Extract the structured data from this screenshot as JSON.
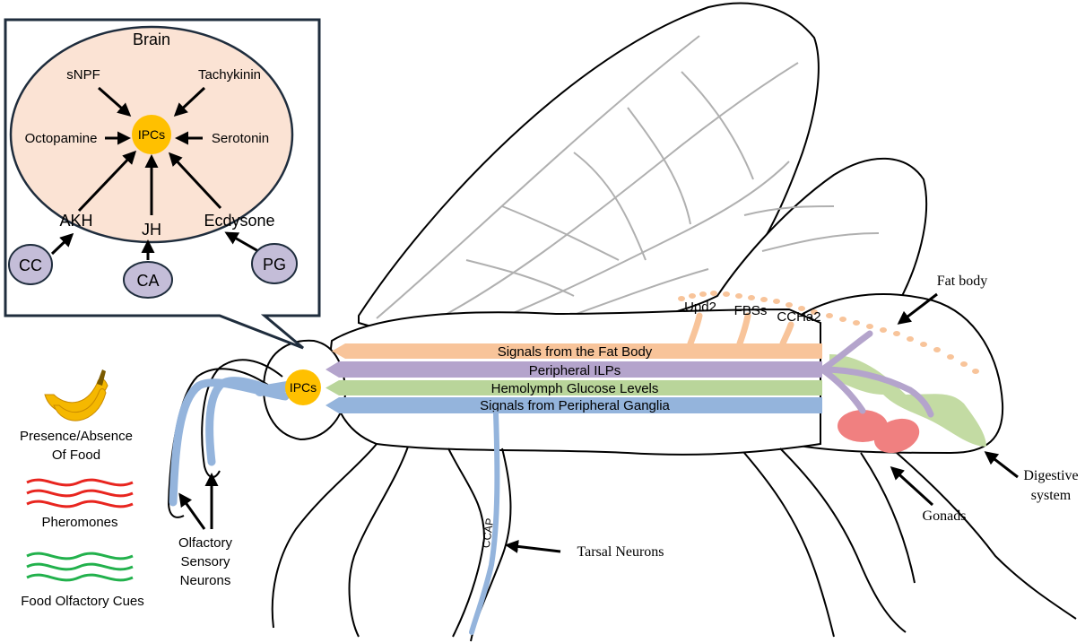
{
  "brain": {
    "title": "Brain",
    "ipcs": "IPCs",
    "snpf": "sNPF",
    "tachykinin": "Tachykinin",
    "octopamine": "Octopamine",
    "serotonin": "Serotonin",
    "akh": "AKH",
    "jh": "JH",
    "ecdysone": "Ecdysone",
    "cc": "CC",
    "ca": "CA",
    "pg": "PG"
  },
  "bands": {
    "fat_body": "Signals from the Fat Body",
    "peripheral_ilps": "Peripheral ILPs",
    "glucose": "Hemolymph Glucose Levels",
    "ganglia": "Signals from Peripheral Ganglia"
  },
  "body_ipcs": "IPCs",
  "fat_signals": {
    "upd2": "Upd2",
    "fbss": "FBSs",
    "ccha2": "CCHa2"
  },
  "labels": {
    "fat_body": "Fat body",
    "digestive_1": "Digestive",
    "digestive_2": "system",
    "gonads": "Gonads",
    "tarsal": "Tarsal Neurons",
    "ccap": "CCAP",
    "osn_1": "Olfactory",
    "osn_2": "Sensory",
    "osn_3": "Neurons"
  },
  "legend": {
    "food_1": "Presence/Absence",
    "food_2": "Of Food",
    "pheromones": "Pheromones",
    "olfactory": "Food Olfactory Cues"
  },
  "colors": {
    "fat_band": "#f8c49a",
    "ilp_band": "#b4a4cc",
    "glucose_band": "#b9d59a",
    "ganglia_band": "#94b4dc",
    "ipc": "#ffc000",
    "brain_fill": "#fbe3d4",
    "gland_fill": "#c4bdd8",
    "gonad": "#f08080",
    "gut": "#c3dba3",
    "pheromone_line": "#e8251f",
    "olfactory_line": "#22b14c",
    "banana": "#f5b800"
  }
}
